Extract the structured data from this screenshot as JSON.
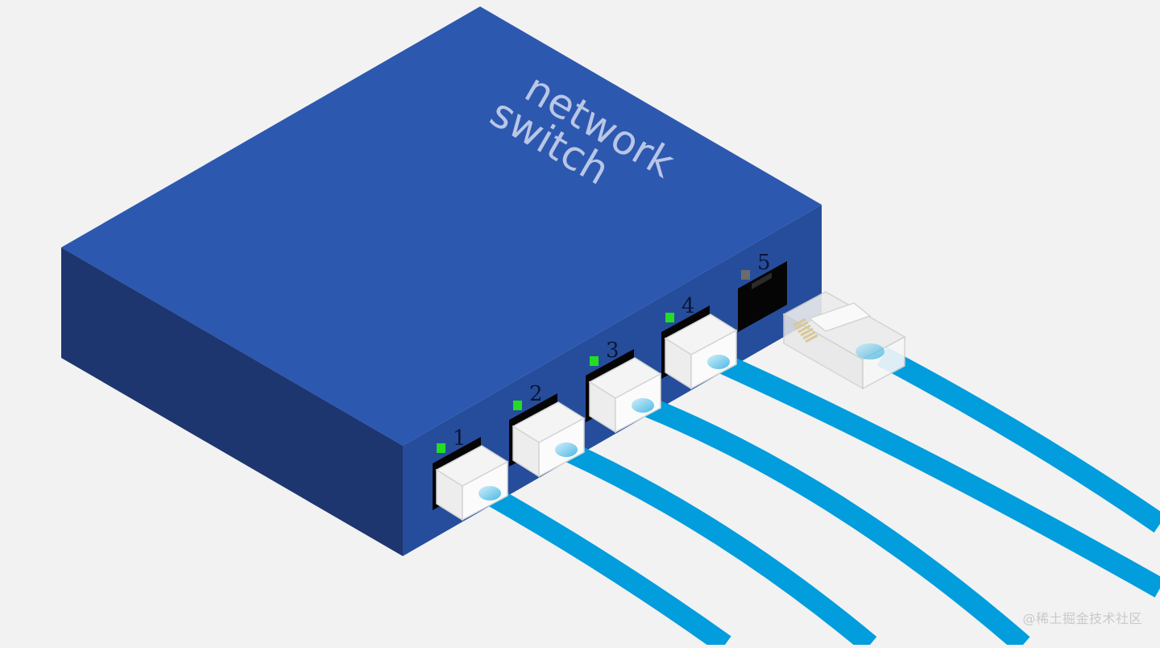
{
  "device": {
    "brand_line1": "network",
    "brand_line2": "switch"
  },
  "ports": [
    {
      "label": "1",
      "connected": true,
      "led": "#22dd22"
    },
    {
      "label": "2",
      "connected": true,
      "led": "#22dd22"
    },
    {
      "label": "3",
      "connected": true,
      "led": "#22dd22"
    },
    {
      "label": "4",
      "connected": true,
      "led": "#22dd22"
    },
    {
      "label": "5",
      "connected": false,
      "led": "#6b6b6b"
    }
  ],
  "cables": {
    "plugged_count": 4,
    "unplugged_count": 1
  },
  "colors": {
    "background": "#f2f2f2",
    "switch_top": "#2d58b0",
    "switch_front": "#264d9c",
    "switch_side": "#1d3670",
    "cable": "#019ddd",
    "led_active": "#22dd22",
    "led_inactive": "#6b6b6b"
  },
  "watermark": "@稀土掘金技术社区"
}
